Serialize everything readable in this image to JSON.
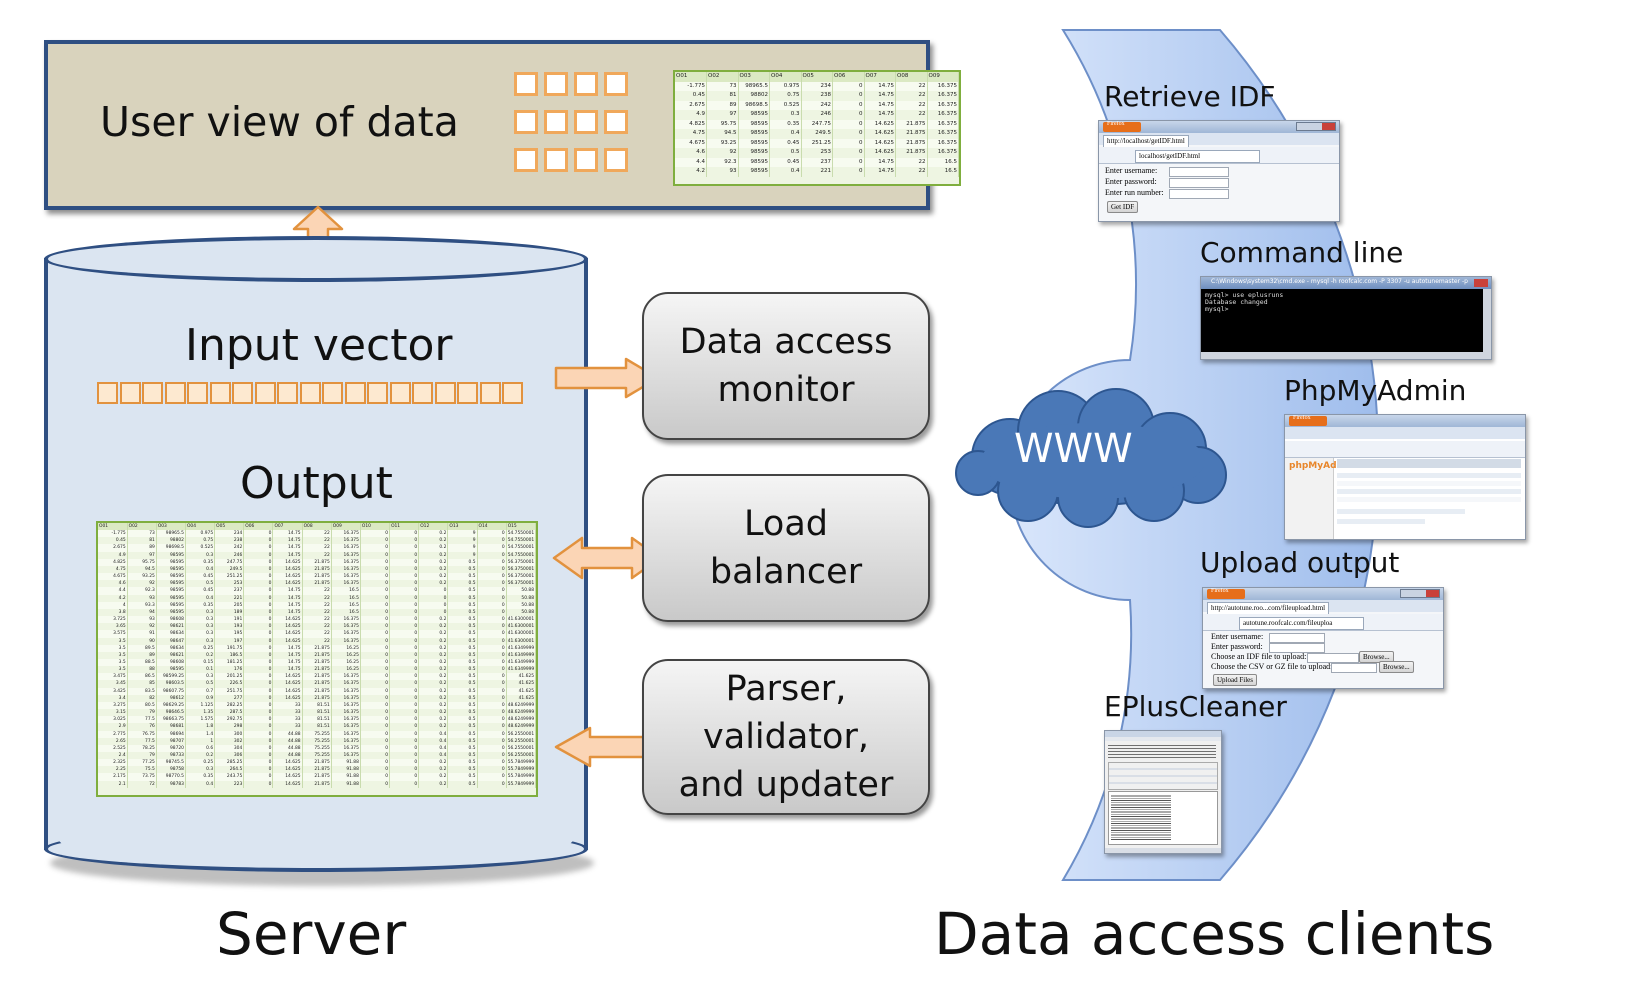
{
  "user_view": {
    "label": "User view of data",
    "table_headers": [
      "O01",
      "O02",
      "O03",
      "O04",
      "O05",
      "O06",
      "O07",
      "O08",
      "O09"
    ],
    "table_rows": [
      [
        "-1.775",
        "73",
        "98965.5",
        "0.975",
        "234",
        "0",
        "14.75",
        "22",
        "16.375"
      ],
      [
        "0.45",
        "81",
        "98802",
        "0.75",
        "238",
        "0",
        "14.75",
        "22",
        "16.375"
      ],
      [
        "2.675",
        "89",
        "98698.5",
        "0.525",
        "242",
        "0",
        "14.75",
        "22",
        "16.375"
      ],
      [
        "4.9",
        "97",
        "98595",
        "0.3",
        "246",
        "0",
        "14.75",
        "22",
        "16.375"
      ],
      [
        "4.825",
        "95.75",
        "98595",
        "0.35",
        "247.75",
        "0",
        "14.625",
        "21.875",
        "16.375"
      ],
      [
        "4.75",
        "94.5",
        "98595",
        "0.4",
        "249.5",
        "0",
        "14.625",
        "21.875",
        "16.375"
      ],
      [
        "4.675",
        "93.25",
        "98595",
        "0.45",
        "251.25",
        "0",
        "14.625",
        "21.875",
        "16.375"
      ],
      [
        "4.6",
        "92",
        "98595",
        "0.5",
        "253",
        "0",
        "14.625",
        "21.875",
        "16.375"
      ],
      [
        "4.4",
        "92.3",
        "98595",
        "0.45",
        "237",
        "0",
        "14.75",
        "22",
        "16.5"
      ],
      [
        "4.2",
        "93",
        "98595",
        "0.4",
        "221",
        "0",
        "14.75",
        "22",
        "16.5"
      ]
    ]
  },
  "server": {
    "input_vector_label": "Input vector",
    "output_label": "Output",
    "caption": "Server",
    "output_headers": [
      "O01",
      "O02",
      "O03",
      "O04",
      "O05",
      "O06",
      "O07",
      "O08",
      "O09",
      "O10",
      "O11",
      "O12",
      "O13",
      "O14",
      "O15"
    ],
    "output_rows": [
      [
        "-1.775",
        "73",
        "98965.5",
        "0.975",
        "234",
        "0",
        "14.75",
        "22",
        "16.375",
        "0",
        "0",
        "0.2",
        "9",
        "0",
        "54.7550001"
      ],
      [
        "0.45",
        "81",
        "98802",
        "0.75",
        "238",
        "0",
        "14.75",
        "22",
        "16.375",
        "0",
        "0",
        "0.2",
        "9",
        "0",
        "54.7550001"
      ],
      [
        "2.675",
        "89",
        "98698.5",
        "0.525",
        "242",
        "0",
        "14.75",
        "22",
        "16.375",
        "0",
        "0",
        "0.2",
        "9",
        "0",
        "54.7550001"
      ],
      [
        "4.9",
        "97",
        "98595",
        "0.3",
        "246",
        "0",
        "14.75",
        "22",
        "16.375",
        "0",
        "0",
        "0.2",
        "9",
        "0",
        "54.7550001"
      ],
      [
        "4.825",
        "95.75",
        "98595",
        "0.35",
        "247.75",
        "0",
        "14.625",
        "21.875",
        "16.375",
        "0",
        "0",
        "0.2",
        "0.5",
        "0",
        "56.3750001"
      ],
      [
        "4.75",
        "94.5",
        "98595",
        "0.4",
        "249.5",
        "0",
        "14.625",
        "21.875",
        "16.375",
        "0",
        "0",
        "0.2",
        "0.5",
        "0",
        "56.3750001"
      ],
      [
        "4.675",
        "93.25",
        "98595",
        "0.45",
        "251.25",
        "0",
        "14.625",
        "21.875",
        "16.375",
        "0",
        "0",
        "0.2",
        "0.5",
        "0",
        "56.3750001"
      ],
      [
        "4.6",
        "92",
        "98595",
        "0.5",
        "253",
        "0",
        "14.625",
        "21.875",
        "16.375",
        "0",
        "0",
        "0.2",
        "0.5",
        "0",
        "56.3750001"
      ],
      [
        "4.4",
        "92.3",
        "98595",
        "0.45",
        "237",
        "0",
        "14.75",
        "22",
        "16.5",
        "0",
        "0",
        "0",
        "0.5",
        "0",
        "50.88"
      ],
      [
        "4.2",
        "93",
        "98595",
        "0.4",
        "221",
        "0",
        "14.75",
        "22",
        "16.5",
        "0",
        "0",
        "0",
        "0.5",
        "0",
        "50.88"
      ],
      [
        "4",
        "93.3",
        "98595",
        "0.35",
        "205",
        "0",
        "14.75",
        "22",
        "16.5",
        "0",
        "0",
        "0",
        "0.5",
        "0",
        "50.88"
      ],
      [
        "3.8",
        "94",
        "98595",
        "0.3",
        "189",
        "0",
        "14.75",
        "22",
        "16.5",
        "0",
        "0",
        "0",
        "0.5",
        "0",
        "50.88"
      ],
      [
        "3.725",
        "93",
        "98608",
        "0.3",
        "191",
        "0",
        "14.625",
        "22",
        "16.375",
        "0",
        "0",
        "0.2",
        "0.5",
        "0",
        "41.6300001"
      ],
      [
        "3.65",
        "92",
        "98621",
        "0.3",
        "193",
        "0",
        "14.625",
        "22",
        "16.375",
        "0",
        "0",
        "0.2",
        "0.5",
        "0",
        "41.6300001"
      ],
      [
        "3.575",
        "91",
        "98634",
        "0.3",
        "195",
        "0",
        "14.625",
        "22",
        "16.375",
        "0",
        "0",
        "0.2",
        "0.5",
        "0",
        "41.6300001"
      ],
      [
        "3.5",
        "90",
        "98647",
        "0.3",
        "197",
        "0",
        "14.625",
        "22",
        "16.375",
        "0",
        "0",
        "0.2",
        "0.5",
        "0",
        "41.6300001"
      ],
      [
        "3.5",
        "89.5",
        "98634",
        "0.25",
        "191.75",
        "0",
        "14.75",
        "21.875",
        "16.25",
        "0",
        "0",
        "0.2",
        "0.5",
        "0",
        "41.6349999"
      ],
      [
        "3.5",
        "89",
        "98621",
        "0.2",
        "186.5",
        "0",
        "14.75",
        "21.875",
        "16.25",
        "0",
        "0",
        "0.2",
        "0.5",
        "0",
        "41.6349999"
      ],
      [
        "3.5",
        "88.5",
        "98608",
        "0.15",
        "181.25",
        "0",
        "14.75",
        "21.875",
        "16.25",
        "0",
        "0",
        "0.2",
        "0.5",
        "0",
        "41.6349999"
      ],
      [
        "3.5",
        "88",
        "98595",
        "0.1",
        "176",
        "0",
        "14.75",
        "21.875",
        "16.25",
        "0",
        "0",
        "0.2",
        "0.5",
        "0",
        "41.6349999"
      ],
      [
        "3.475",
        "86.5",
        "98599.25",
        "0.3",
        "201.25",
        "0",
        "14.625",
        "21.875",
        "16.375",
        "0",
        "0",
        "0.2",
        "0.5",
        "0",
        "41.625"
      ],
      [
        "3.45",
        "85",
        "98603.5",
        "0.5",
        "226.5",
        "0",
        "14.625",
        "21.875",
        "16.375",
        "0",
        "0",
        "0.2",
        "0.5",
        "0",
        "41.625"
      ],
      [
        "3.425",
        "83.5",
        "98607.75",
        "0.7",
        "251.75",
        "0",
        "14.625",
        "21.875",
        "16.375",
        "0",
        "0",
        "0.2",
        "0.5",
        "0",
        "41.625"
      ],
      [
        "3.4",
        "82",
        "98612",
        "0.9",
        "277",
        "0",
        "14.625",
        "21.875",
        "16.375",
        "0",
        "0",
        "0.2",
        "0.5",
        "0",
        "41.625"
      ],
      [
        "3.275",
        "80.5",
        "98629.25",
        "1.125",
        "282.25",
        "0",
        "33",
        "81.51",
        "16.375",
        "0",
        "0",
        "0.2",
        "0.5",
        "0",
        "48.6249999"
      ],
      [
        "3.15",
        "79",
        "98646.5",
        "1.35",
        "287.5",
        "0",
        "33",
        "81.51",
        "16.375",
        "0",
        "0",
        "0.2",
        "0.5",
        "0",
        "48.6249999"
      ],
      [
        "3.025",
        "77.5",
        "98663.75",
        "1.575",
        "292.75",
        "0",
        "33",
        "81.51",
        "16.375",
        "0",
        "0",
        "0.2",
        "0.5",
        "0",
        "48.6249999"
      ],
      [
        "2.9",
        "76",
        "98681",
        "1.8",
        "298",
        "0",
        "33",
        "81.51",
        "16.375",
        "0",
        "0",
        "0.2",
        "0.5",
        "0",
        "48.6249999"
      ],
      [
        "2.775",
        "76.75",
        "98694",
        "1.4",
        "300",
        "0",
        "44.88",
        "75.255",
        "16.375",
        "0",
        "0",
        "0.4",
        "0.5",
        "0",
        "56.2550001"
      ],
      [
        "2.65",
        "77.5",
        "98707",
        "1",
        "302",
        "0",
        "44.88",
        "75.255",
        "16.375",
        "0",
        "0",
        "0.4",
        "0.5",
        "0",
        "56.2550001"
      ],
      [
        "2.525",
        "78.25",
        "98720",
        "0.6",
        "304",
        "0",
        "44.88",
        "75.255",
        "16.375",
        "0",
        "0",
        "0.4",
        "0.5",
        "0",
        "56.2550001"
      ],
      [
        "2.4",
        "79",
        "98733",
        "0.2",
        "306",
        "0",
        "44.88",
        "75.255",
        "16.375",
        "0",
        "0",
        "0.4",
        "0.5",
        "0",
        "56.2550001"
      ],
      [
        "2.325",
        "77.25",
        "98745.5",
        "0.25",
        "285.25",
        "0",
        "14.625",
        "21.875",
        "91.88",
        "0",
        "0",
        "0.2",
        "0.5",
        "0",
        "55.7849999"
      ],
      [
        "2.25",
        "75.5",
        "98758",
        "0.3",
        "264.5",
        "0",
        "14.625",
        "21.875",
        "91.88",
        "0",
        "0",
        "0.2",
        "0.5",
        "0",
        "55.7849999"
      ],
      [
        "2.175",
        "73.75",
        "98770.5",
        "0.35",
        "243.75",
        "0",
        "14.625",
        "21.875",
        "91.88",
        "0",
        "0",
        "0.2",
        "0.5",
        "0",
        "55.7849999"
      ],
      [
        "2.1",
        "72",
        "98783",
        "0.4",
        "223",
        "0",
        "14.625",
        "21.875",
        "91.88",
        "0",
        "0",
        "0.2",
        "0.5",
        "0",
        "55.7849999"
      ]
    ]
  },
  "modules": {
    "data_access_monitor": [
      "Data access",
      "monitor"
    ],
    "load_balancer": [
      "Load",
      "balancer"
    ],
    "parser": [
      "Parser,",
      "validator,",
      "and updater"
    ]
  },
  "network": {
    "label": "WWW"
  },
  "clients": {
    "caption": "Data access clients",
    "retrieve_idf": {
      "title": "Retrieve IDF",
      "browser_button": "Firefox",
      "tab": "http://localhost/getIDF.html",
      "url": "localhost/getIDF.html",
      "fields": [
        "Enter username:",
        "Enter password:",
        "Enter run number:"
      ],
      "button": "Get IDF"
    },
    "command_line": {
      "title": "Command line",
      "window_title": "C:\\Windows\\system32\\cmd.exe - mysql -h roofcalc.com -P 3307 -u autotunemaster -p",
      "console_lines": [
        "mysql> use eplusruns",
        "Database changed",
        "mysql>"
      ]
    },
    "phpmyadmin": {
      "title": "PhpMyAdmin",
      "logo": "phpMyAdmin",
      "browser_button": "Firefox"
    },
    "upload_output": {
      "title": "Upload output",
      "browser_button": "Firefox",
      "tab": "http://autotune.roo...com/fileupload.html",
      "url": "autotune.roofcalc.com/fileuploa",
      "fields": [
        "Enter username:",
        "Enter password:",
        "Choose an IDF file to upload:",
        "Choose the CSV or GZ file to upload:"
      ],
      "browse_label": "Browse...",
      "button": "Upload Files"
    },
    "epluscleaner": {
      "title": "EPlusCleaner"
    }
  },
  "colors": {
    "panel_border": "#2f4f82",
    "cylinder_fill": "#dbe5f1",
    "arrow_fill": "#fbd5b5",
    "arrow_stroke": "#e2923e",
    "cloud": "#4a78b7",
    "client_fan": "#a9c4ee"
  }
}
